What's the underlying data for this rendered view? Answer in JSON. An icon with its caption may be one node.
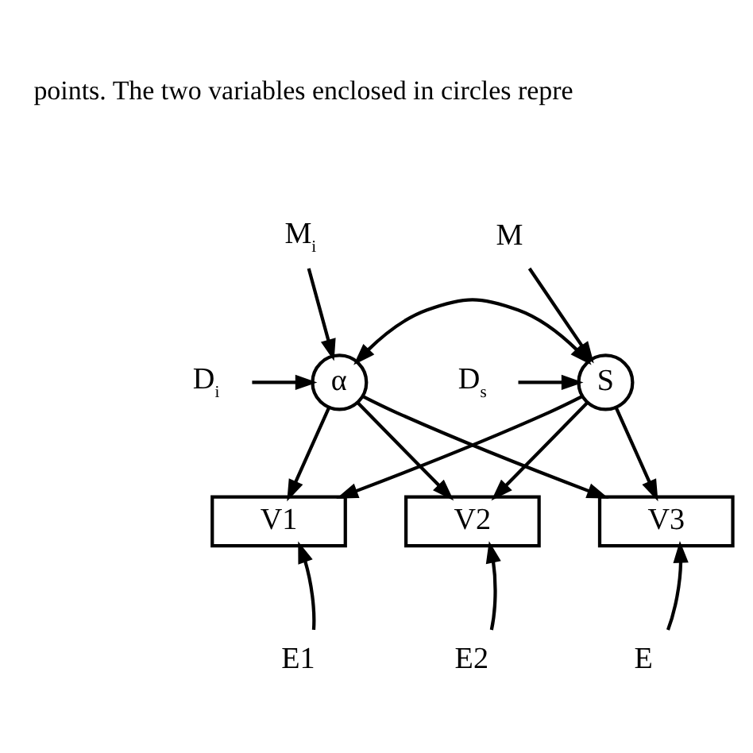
{
  "diagram": {
    "nodes": [
      {
        "text": [
          "M$_{i}$"
        ]
      },
      {
        "text": [
          "D$_{i}$"
        ]
      },
      {
        "text": [
          "α"
        ]
      },
      {
        "text": [
          "S"
        ]
      },
      {
        "text": [
          "M"
        ]
      },
      {
        "text": [
          "D$_{s}$"
        ]
      },
      {
        "text": [
          "V1"
        ]
      },
      {
        "text": [
          "V2"
        ]
      },
      {
        "text": [
          "V3"
        ]
      },
      {
        "text": [
          "E1"
        ]
      },
      {
        "text": [
          "E2"
        ]
      },
      {
        "text": [
          "E"
        ]
      }
    ],
    "edges": [
      {
        "from": 0,
        "to": 2,
        "arrow": "to"
      },
      {
        "from": 1,
        "to": 2,
        "arrow": "to"
      },
      {
        "from": 2,
        "to": 3,
        "arrow": "both"
      },
      {
        "from": 4,
        "to": 3,
        "arrow": "to"
      },
      {
        "from": 5,
        "to": 3,
        "arrow": "to"
      },
      {
        "from": 2,
        "to": 6,
        "arrow": "to"
      },
      {
        "from": 2,
        "to": 7,
        "arrow": "to"
      },
      {
        "from": 2,
        "to": 8,
        "arrow": "to"
      },
      {
        "from": 3,
        "to": 6,
        "arrow": "to"
      },
      {
        "from": 3,
        "to": 7,
        "arrow": "to"
      },
      {
        "from": 3,
        "to": 8,
        "arrow": "to"
      },
      {
        "from": 9,
        "to": 6,
        "arrow": "to"
      },
      {
        "from": 10,
        "to": 7,
        "arrow": "to"
      },
      {
        "from": 11,
        "to": 8,
        "arrow": "to"
      }
    ],
    "labels": [
      "points. The two variables enclosed in circles repre"
    ]
  }
}
